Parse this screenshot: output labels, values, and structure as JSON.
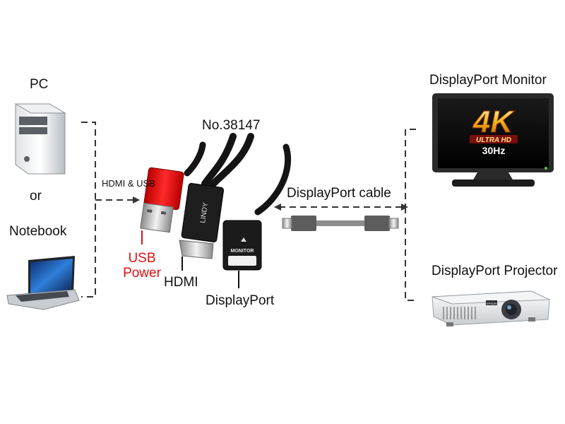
{
  "sources": {
    "pc_label": "PC",
    "or_label": "or",
    "notebook_label": "Notebook",
    "link_label": "HDMI & USB"
  },
  "adapter": {
    "model_label": "No.38147",
    "brand_mark": "LINDY",
    "port_marking": "MONITOR",
    "usb_label_line1": "USB",
    "usb_label_line2": "Power",
    "hdmi_label": "HDMI",
    "displayport_label": "DisplayPort"
  },
  "cable": {
    "label": "DisplayPort cable"
  },
  "targets": {
    "monitor_label": "DisplayPort Monitor",
    "monitor_screen_line1": "4K",
    "monitor_screen_line2": "ULTRA HD",
    "monitor_screen_line3": "30Hz",
    "projector_label": "DisplayPort Projector",
    "projector_badge": "EPSON"
  },
  "colors": {
    "usb_red": "#e01010",
    "line": "#333333",
    "cable_grey": "#8c8c8c"
  }
}
